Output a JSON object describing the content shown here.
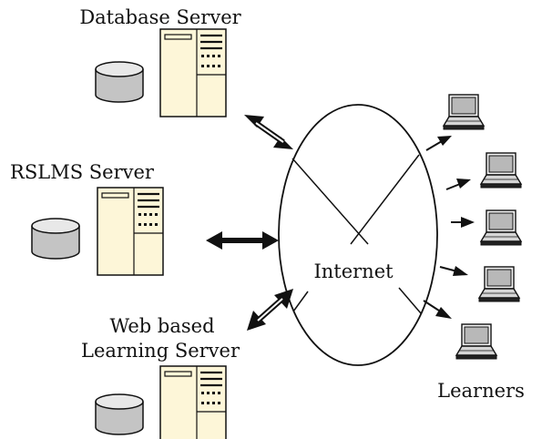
{
  "labels": {
    "database_server": "Database Server",
    "rslms_server": "RSLMS Server",
    "web_server_line1": "Web based",
    "web_server_line2": "Learning Server",
    "internet": "Internet",
    "learners": "Learners"
  },
  "colors": {
    "server_fill": "#fdf6d8",
    "disk_top": "#e8e8e8",
    "disk_body": "#c4c4c4",
    "laptop_screen": "#b8b8b8",
    "stroke": "#111111"
  },
  "icons": {
    "server": "server-rack-icon",
    "database": "database-cylinder-icon",
    "laptop": "laptop-icon",
    "arrow": "bidirectional-arrow-icon"
  }
}
